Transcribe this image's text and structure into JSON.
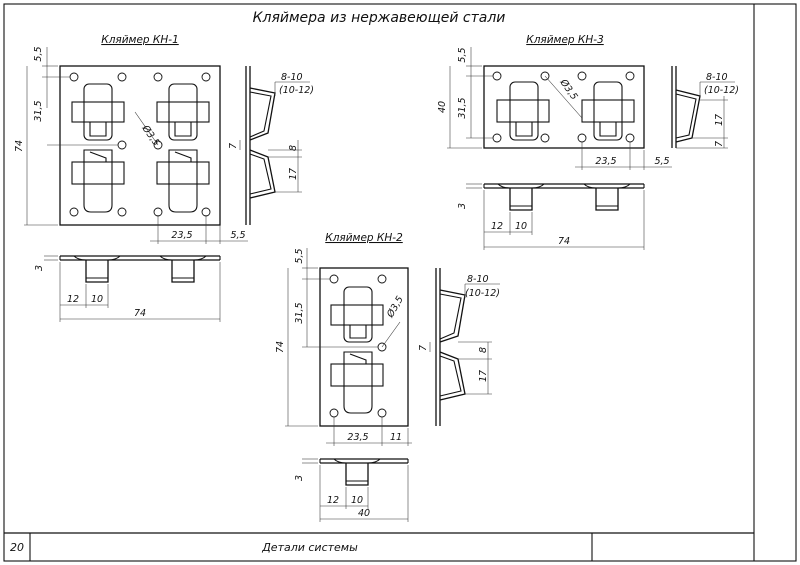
{
  "header": {
    "title": "Кляймера из нержавеющей стали"
  },
  "footer": {
    "page_number": "20",
    "caption": "Детали системы"
  },
  "kh1": {
    "title": "Кляймер КН-1",
    "dims": {
      "top_offset": "5,5",
      "pitch": "31,5",
      "height": "74",
      "hole": "Ø3,5",
      "bottom_width": "23,5",
      "bottom_edge": "5,5",
      "side_gap": "8-10",
      "side_gap_alt": "(10-12)",
      "side_slot": "7",
      "side_tab": "8",
      "side_depth": "17",
      "bottom_thickness": "3",
      "bottom_a": "12",
      "bottom_b": "10",
      "bottom_width_total": "74"
    }
  },
  "kh2": {
    "title": "Кляймер КН-2",
    "dims": {
      "top_offset": "5,5",
      "pitch": "31,5",
      "height": "74",
      "hole": "Ø3,5",
      "bottom_width": "23,5",
      "bottom_edge": "11",
      "side_gap": "8-10",
      "side_gap_alt": "(10-12)",
      "side_slot": "7",
      "side_tab": "8",
      "side_depth": "17",
      "bottom_thickness": "3",
      "bottom_a": "12",
      "bottom_b": "10",
      "bottom_width_total": "40"
    }
  },
  "kh3": {
    "title": "Кляймер КН-3",
    "dims": {
      "top_offset": "5,5",
      "pitch": "31,5",
      "height": "40",
      "hole": "Ø3,5",
      "bottom_width": "23,5",
      "bottom_edge": "5,5",
      "side_gap": "8-10",
      "side_gap_alt": "(10-12)",
      "side_slot": "17",
      "side_tab": "7",
      "bottom_thickness": "3",
      "bottom_a": "12",
      "bottom_b": "10",
      "bottom_width_total": "74"
    }
  }
}
